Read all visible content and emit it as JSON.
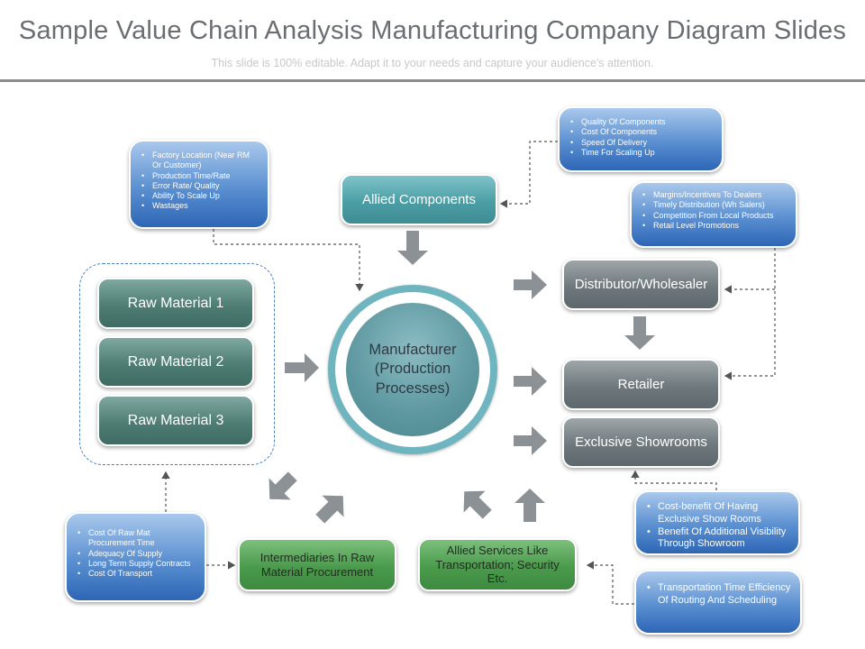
{
  "slide": {
    "title": "Sample Value Chain Analysis Manufacturing Company Diagram Slides",
    "subtitle": "This slide is 100% editable. Adapt it to your needs and capture your audience's attention."
  },
  "center": {
    "label": "Manufacturer (Production Processes)"
  },
  "raw_materials": [
    "Raw Material 1",
    "Raw Material 2",
    "Raw Material 3"
  ],
  "nodes": {
    "allied_components": "Allied Components",
    "distributor": "Distributor/Wholesaler",
    "retailer": "Retailer",
    "exclusive_showrooms": "Exclusive Showrooms",
    "intermediaries": "Intermediaries In Raw Material Procurement",
    "allied_services": "Allied Services Like Transportation; Security Etc."
  },
  "notes": {
    "factory": [
      "Factory Location (Near RM Or Customer)",
      "Production Time/Rate",
      "Error Rate/ Quality",
      "Ability To Scale Up",
      "Wastages"
    ],
    "components": [
      "Quality Of Components",
      "Cost Of Components",
      "Speed Of Delivery",
      "Time For Scaling Up"
    ],
    "distribution": [
      "Margins/Incentives To Dealers",
      " Timely Distribution (Wh Salers)",
      "Competition From Local Products",
      "Retail Level Promotions"
    ],
    "raw_mat": [
      "Cost Of Raw Mat Procurement Time",
      "Adequacy Of Supply",
      "Long Term Supply Contracts",
      "Cost Of Transport"
    ],
    "showroom": [
      "Cost-benefit Of Having Exclusive Show Rooms",
      "Benefit Of Additional Visibility Through Showroom"
    ],
    "transport": [
      "Transportation Time Efficiency Of Routing And Scheduling"
    ]
  },
  "colors": {
    "arrow_gray": "#8c9196",
    "dashed_line": "#555555",
    "note_blue": "#2e66b6",
    "ring_teal": "#6fb5bf"
  }
}
